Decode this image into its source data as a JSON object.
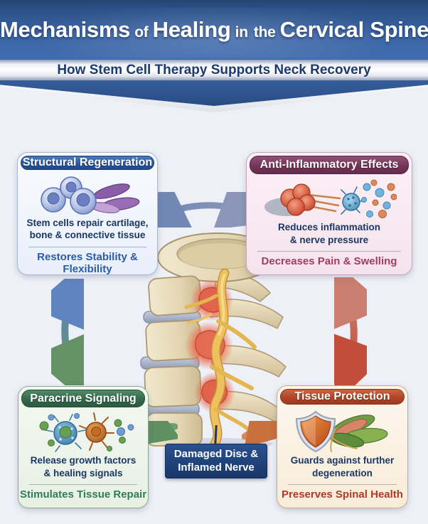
{
  "header": {
    "title": {
      "seg1": "Mechanisms",
      "seg2": "of",
      "seg3": "Healing",
      "seg4": "in",
      "seg5": "the",
      "seg6": "Cervical Spine"
    },
    "subtitle": "How Stem Cell Therapy Supports Neck Recovery"
  },
  "colors": {
    "header_blue": "#3b65a5",
    "page_background": "#eef0f7",
    "structural_accent": "#2b5ca8",
    "anti_inflammatory_accent": "#753459",
    "paracrine_accent": "#35684b",
    "tissue_protection_accent": "#b04527",
    "description_text": "#1b3763",
    "center_label_background": "#1e4178"
  },
  "boxes": {
    "structural": {
      "title": "Structural Regeneration",
      "desc": "Stem cells repair cartilage,\nbone & connective tissue",
      "footer": "Restores Stability & Flexibility",
      "footer_color": "#2b5ca8",
      "icon": "stem-cells-icon"
    },
    "anti_inflammatory": {
      "title": "Anti-Inflammatory Effects",
      "desc": "Reduces inflammation\n& nerve pressure",
      "footer": "Decreases Pain & Swelling",
      "footer_color": "#a03d62",
      "icon": "inflamed-tissue-icon"
    },
    "paracrine": {
      "title": "Paracrine Signaling",
      "desc": "Release growth factors\n& healing signals",
      "footer": "Stimulates Tissue Repair",
      "footer_color": "#2f7d57",
      "icon": "signaling-cells-icon"
    },
    "tissue_protection": {
      "title": "Tissue Protection",
      "desc": "Guards against further\ndegeneration",
      "footer": "Preserves Spinal Health",
      "footer_color": "#b03a2a",
      "icon": "shield-leaves-icon"
    }
  },
  "center": {
    "label": "Damaged Disc &\nInflamed Nerve",
    "illustration": "cervical-spine-illustration"
  }
}
